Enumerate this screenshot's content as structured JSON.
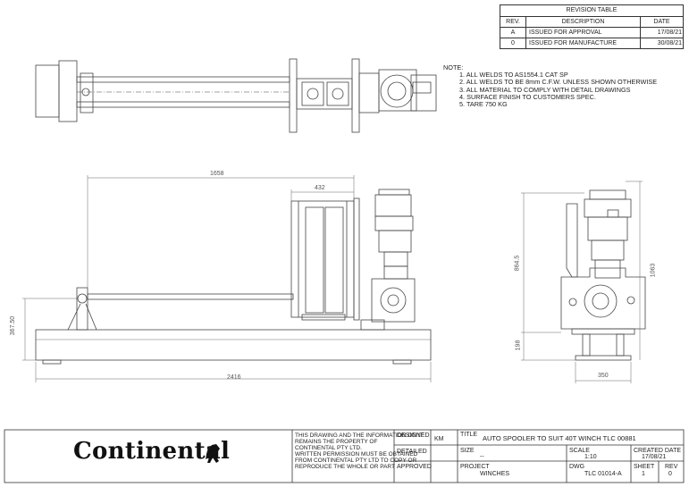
{
  "revision_table": {
    "title": "REVISION TABLE",
    "headers": {
      "rev": "REV.",
      "description": "DESCRIPTION",
      "date": "DATE"
    },
    "rows": [
      {
        "rev": "A",
        "description": "ISSUED FOR APPROVAL",
        "date": "17/08/21"
      },
      {
        "rev": "0",
        "description": "ISSUED FOR MANUFACTURE",
        "date": "30/08/21"
      }
    ]
  },
  "notes": {
    "heading": "NOTE:",
    "items": [
      "1. ALL WELDS TO AS1554.1 CAT SP",
      "2. ALL WELDS TO BE 8mm C.F.W. UNLESS SHOWN OTHERWISE",
      "3. ALL MATERIAL TO COMPLY WITH DETAIL DRAWINGS",
      "4. SURFACE FINISH TO CUSTOMERS SPEC.",
      "5. TARE 750 KG"
    ]
  },
  "dimensions": {
    "overall_top": "1658",
    "spooler_width": "432",
    "base_length": "2416",
    "left_height_a": "367.50",
    "side_height_a": "864.5",
    "side_height_b": "1063",
    "side_base": "198",
    "side_width": "350"
  },
  "title_block": {
    "logo": "Continental",
    "disclaimer": [
      "THIS DRAWING AND THE INFORMATION ON IT",
      "REMAINS THE PROPERTY OF",
      "CONTINENTAL PTY LTD.",
      "WRITTEN PERMISSION MUST BE OBTAINED",
      "FROM CONTINENTAL PTY LTD TO COPY OR",
      "REPRODUCE THE WHOLE OR PART"
    ],
    "designed_label": "DESIGNED",
    "designed_value": "KM",
    "detailed_label": "DETAILED",
    "approved_label": "APPROVED",
    "title_label": "TITLE",
    "title_value": "AUTO SPOOLER TO SUIT 40T WINCH TLC 00881",
    "size_label": "SIZE",
    "size_value": "--",
    "scale_label": "SCALE",
    "scale_value": "1:10",
    "created_label": "CREATED DATE",
    "created_value": "17/08/21",
    "project_label": "PROJECT",
    "project_value": "WINCHES",
    "dwg_label": "DWG",
    "dwg_value": "TLC 01014-A",
    "sheet_label": "SHEET",
    "sheet_value": "1",
    "rev_label": "REV",
    "rev_value": "0"
  }
}
